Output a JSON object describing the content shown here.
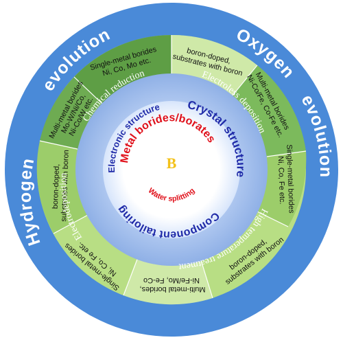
{
  "outer_ring": {
    "hydrogen": "Hydrogen",
    "evolution_left": "evolution",
    "oxygen": "Oxygen",
    "evolution_right": "evolution"
  },
  "segments": {
    "her_single": [
      "Single-metal borides",
      "Ni, Co, Mo etc."
    ],
    "her_multi": [
      "Multi-metal borides",
      "Mo-W/Ni/Co,",
      "Ni-Co/W etc."
    ],
    "her_doped": [
      "boron-doped,",
      "substrates with boron"
    ],
    "her_bottom_single": [
      "Single-metal borides",
      "Ni, Co, Fe etc."
    ],
    "oer_top_doped": [
      "boron-doped,",
      "substrates with boron"
    ],
    "oer_multi": [
      "Multi-metal borides",
      "Ni-Co/Fe, Co-Fe etc."
    ],
    "oer_single": [
      "Single-metal borides",
      "Ni, Co, Fe etc."
    ],
    "oer_bottom_doped": [
      "boron-doped,",
      "substrates with boron"
    ],
    "oer_bottom_multi": [
      "Multi-metal borides,",
      "Ni-Fe/Mo, Fe-Co"
    ]
  },
  "methods": {
    "chemical_reduction": "Chemical reduction",
    "electroless_deposition": "Electroless deposition",
    "high_temperature_treatment": "High temperature treatment",
    "electrodeposition": "Electrodeposition"
  },
  "inner": {
    "electronic_structure": "Electronic structure",
    "crystal_structure": "Crystal structure",
    "component_tailoring": "Component tailoring",
    "center_title": "Metal borides/borates",
    "center_symbol": "B",
    "center_subtitle": "Water splitting"
  },
  "colors": {
    "outer_blue": "#4a8ad8",
    "dark_green": "#5e9e45",
    "light_green": "#b8de84",
    "pale_green": "#dcefc2",
    "method_blue": "#98b8ea",
    "text_blue": "#1f2aa8",
    "text_red": "#e0101a",
    "symbol_gold": "#f3c21b"
  }
}
